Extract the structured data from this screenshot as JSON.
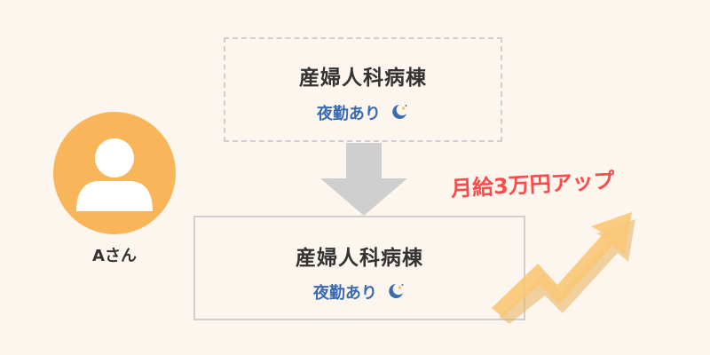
{
  "before": {
    "ward": "産婦人科病棟",
    "shift": "夜勤あり"
  },
  "after": {
    "ward": "産婦人科病棟",
    "shift": "夜勤あり"
  },
  "person": {
    "label": "Aさん",
    "icon": "person-icon"
  },
  "raise": {
    "label": "月給3万円アップ"
  },
  "colors": {
    "background": "#fdf6ee",
    "avatar": "#f9b55a",
    "shift_text": "#3a6bb2",
    "raise_text": "#ff4a4a",
    "arrow_down": "#cfcfcf",
    "arrow_up": "#f9c877"
  }
}
